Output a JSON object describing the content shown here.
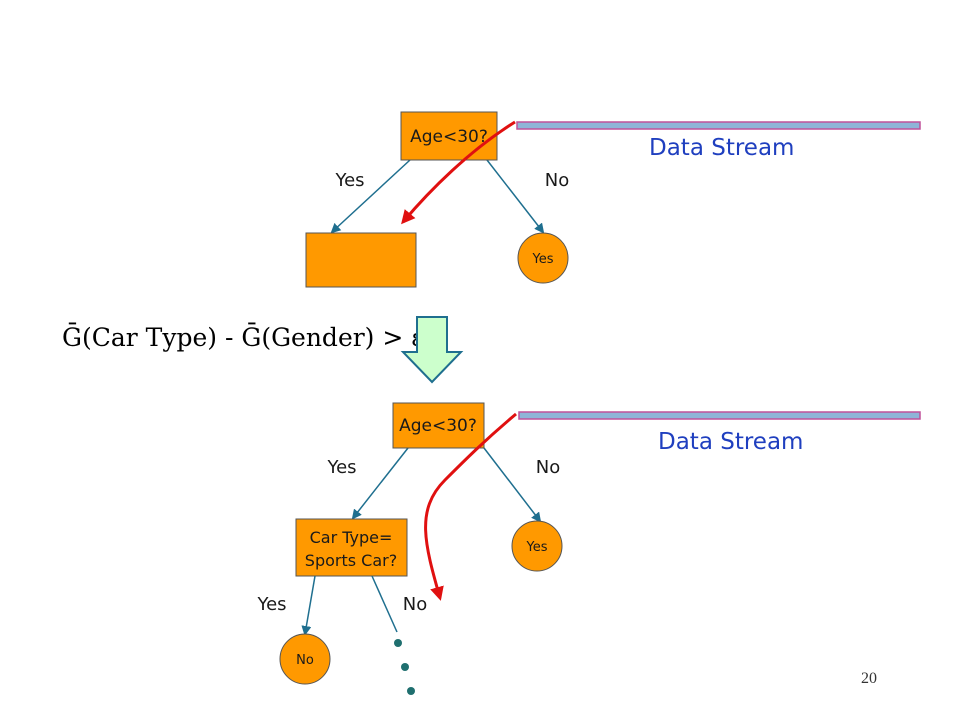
{
  "top_tree": {
    "root_label": "Age<30?",
    "yes_label": "Yes",
    "no_label": "No",
    "right_leaf": "Yes",
    "left_leaf": ""
  },
  "top_stream_label": "Data Stream",
  "formula": {
    "text": "Ḡ(Car Type) - Ḡ(Gender) > ε"
  },
  "bottom_tree": {
    "root_label": "Age<30?",
    "yes_label": "Yes",
    "no_label": "No",
    "right_leaf": "Yes",
    "split_line1": "Car Type=",
    "split_line2": "Sports Car?",
    "sub_yes_label": "Yes",
    "sub_no_label": "No",
    "sub_left_leaf": "No"
  },
  "bottom_stream_label": "Data Stream",
  "page_number": "20",
  "colors": {
    "node_fill": "#FF9900",
    "edge": "#1F6F8F",
    "stream_arrow": "#E01010",
    "stream_bar": "#8FB4D8",
    "stream_bar_border": "#C0509A",
    "down_arrow_fill": "#CCFFCC",
    "down_arrow_stroke": "#1F6F8F",
    "dots": "#1F6F6F"
  }
}
